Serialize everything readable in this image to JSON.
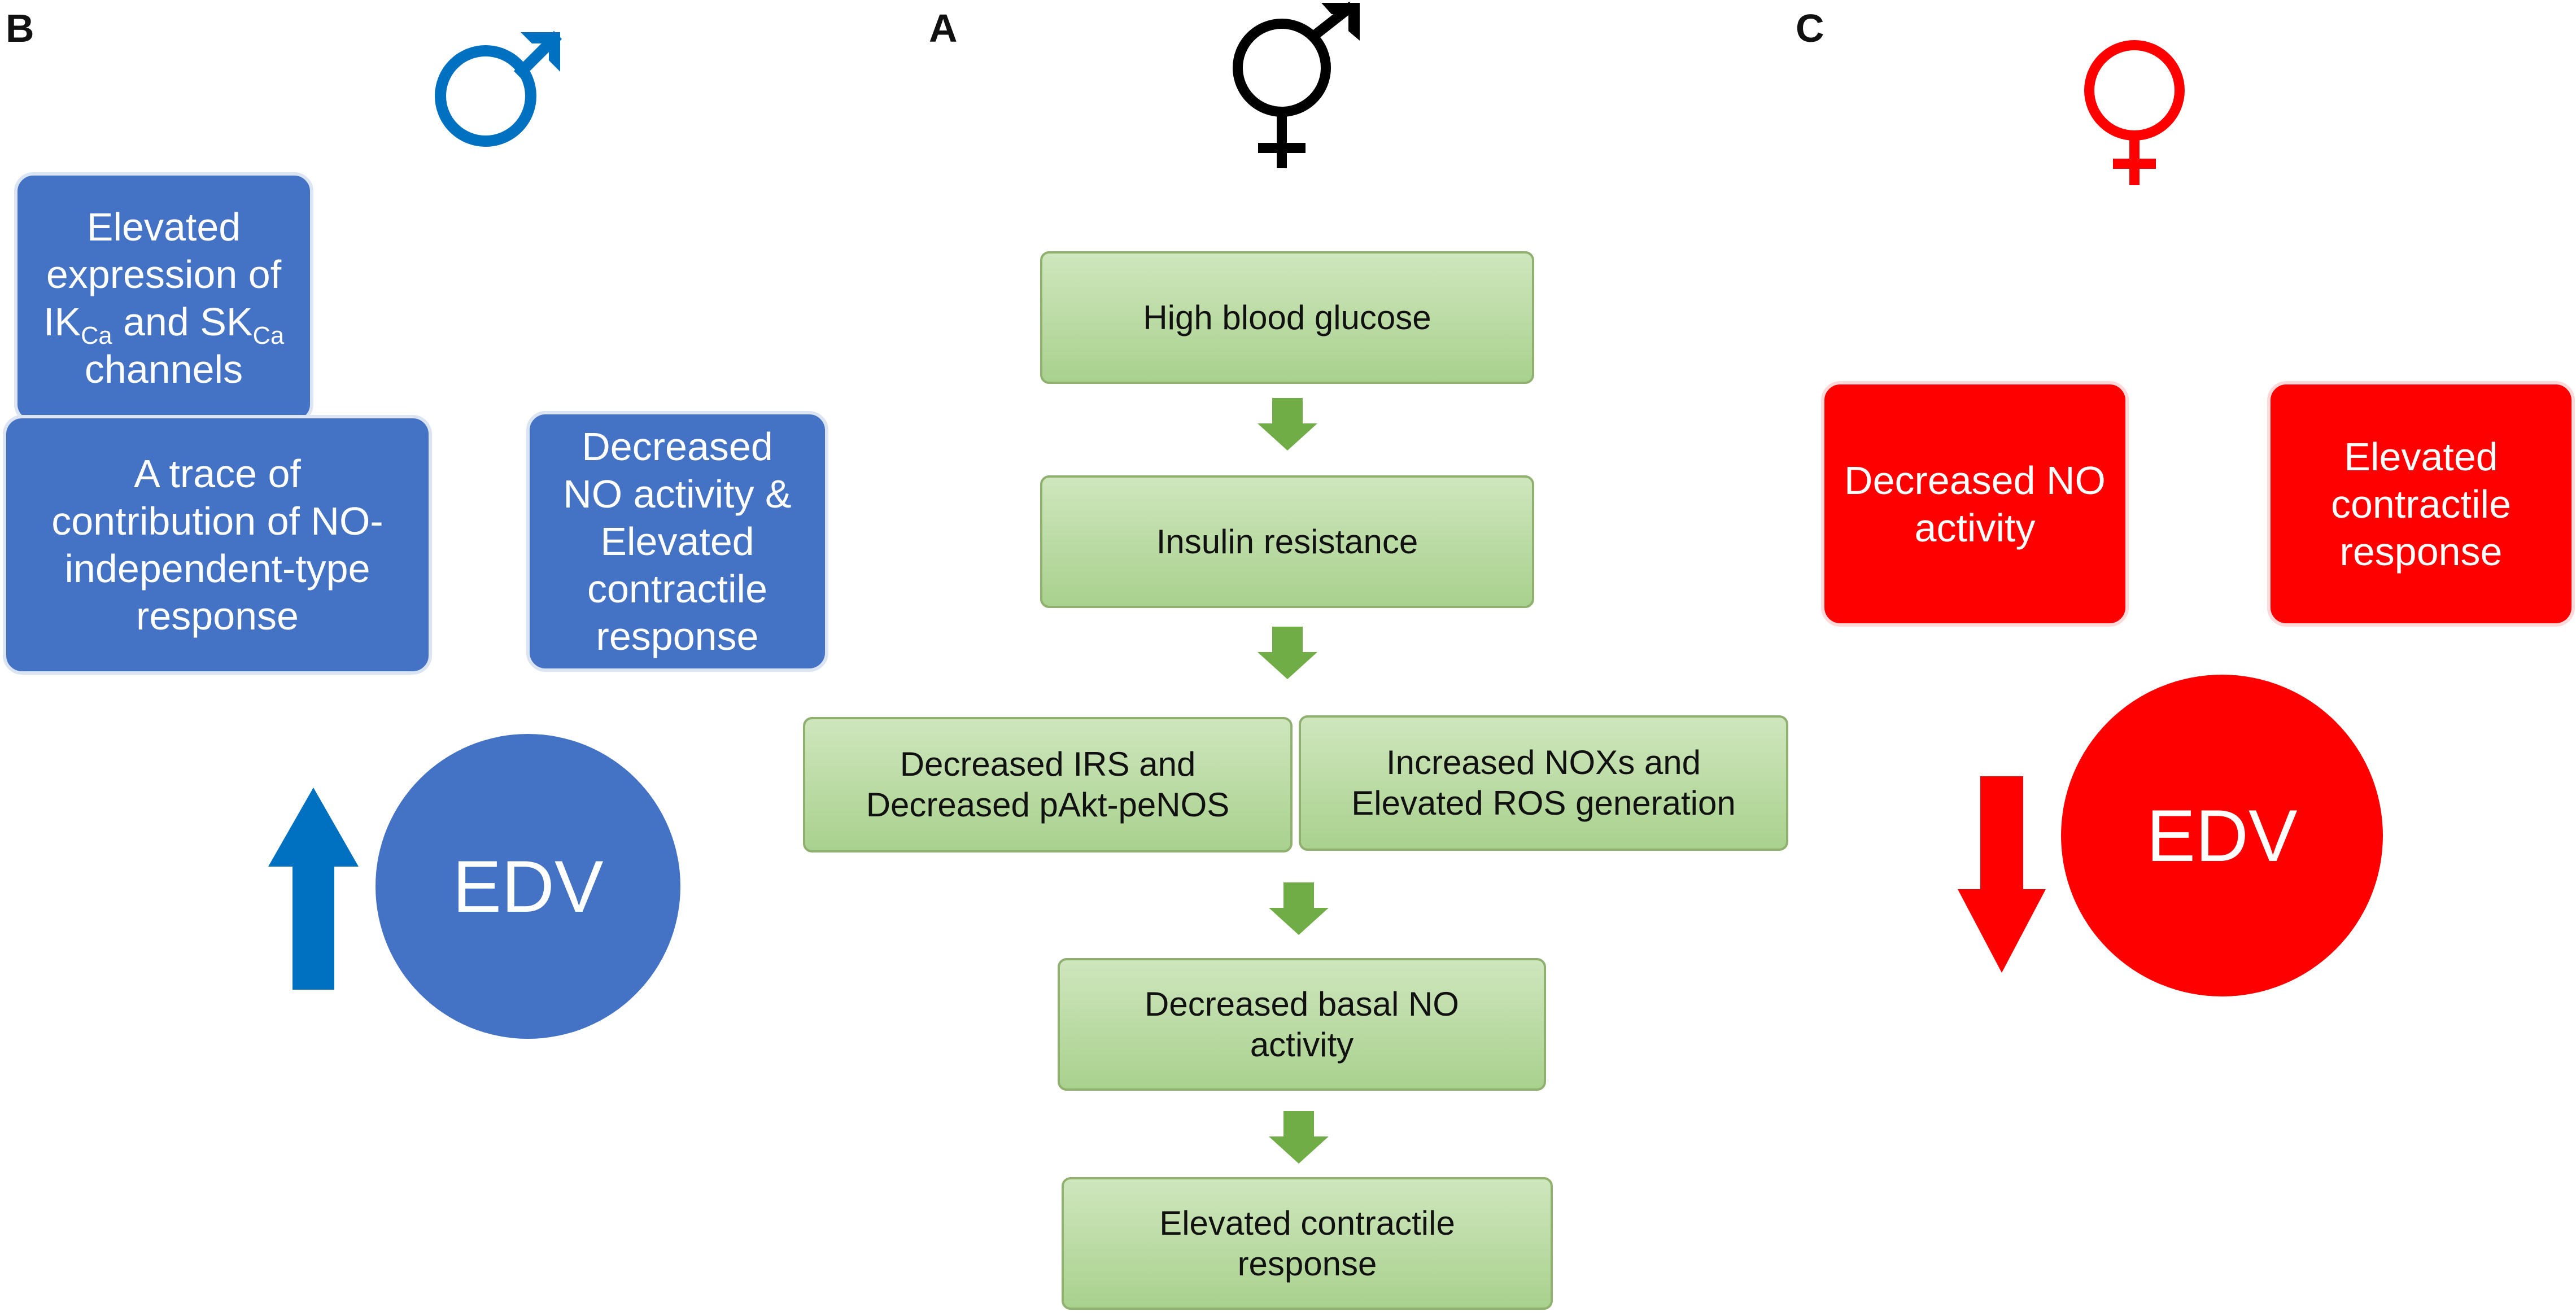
{
  "colors": {
    "male": "#0070c0",
    "neutral": "#000000",
    "female": "#ff0000",
    "blue_box": "#4472c4",
    "red_box": "#ff0000",
    "green_box": "#a9d18e",
    "green_arrow": "#70ad47",
    "male_arrow": "#0070c0",
    "female_arrow": "#ff0000"
  },
  "panel_a": {
    "letter": "A",
    "symbol": "intersex-symbol-icon",
    "steps": [
      "High blood glucose",
      "Insulin resistance",
      "Decreased IRS and",
      "Decreased pAkt-peNOS",
      "Increased NOXs and",
      "Elevated ROS generation",
      "Decreased basal NO",
      "activity",
      "Elevated contractile",
      "response"
    ]
  },
  "panel_b": {
    "letter": "B",
    "symbol": "male-symbol-icon",
    "box1": {
      "line1": "Elevated",
      "line2": "expression of",
      "ik": "IK",
      "sub1": "Ca",
      "and": " and SK",
      "sub2": "Ca",
      "line4": "channels"
    },
    "box2": [
      "A trace of",
      "contribution of NO-",
      "independent-type",
      "response"
    ],
    "box3": [
      "Decreased",
      "NO activity &",
      "Elevated",
      "contractile",
      "response"
    ],
    "edv": "EDV",
    "arrow": "up-arrow-icon"
  },
  "panel_c": {
    "letter": "C",
    "symbol": "female-symbol-icon",
    "box1": [
      "Decreased NO",
      "activity"
    ],
    "box2": [
      "Elevated",
      "contractile",
      "response"
    ],
    "edv": "EDV",
    "arrow": "down-arrow-icon"
  }
}
